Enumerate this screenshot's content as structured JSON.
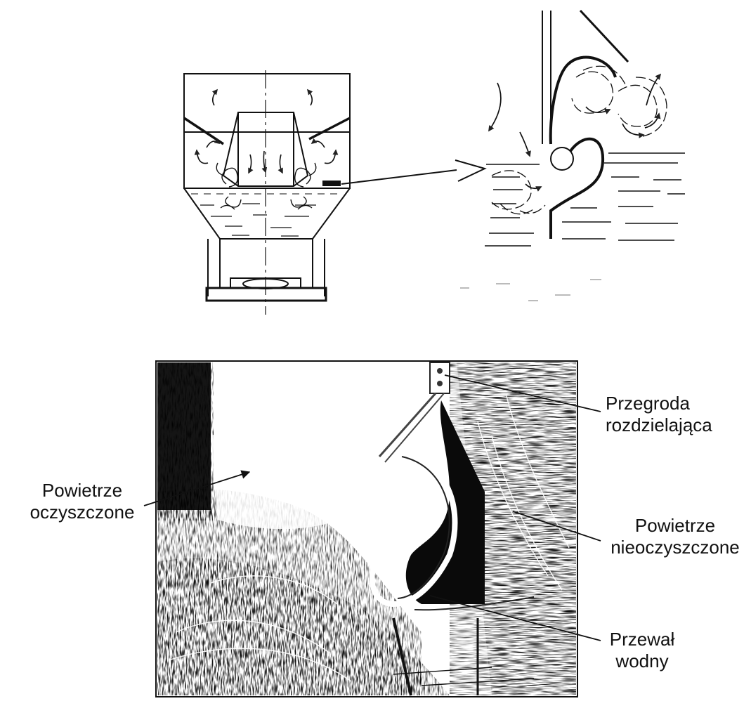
{
  "labels": {
    "partition": {
      "line1": "Przegroda",
      "line2": "rozdzielająca"
    },
    "clean_air": {
      "line1": "Powietrze",
      "line2": "oczyszczone"
    },
    "dirty_air": {
      "line1": "Powietrze",
      "line2": "nieoczyszczone"
    },
    "weir": {
      "line1": "Przewał",
      "line2": "wodny"
    }
  }
}
